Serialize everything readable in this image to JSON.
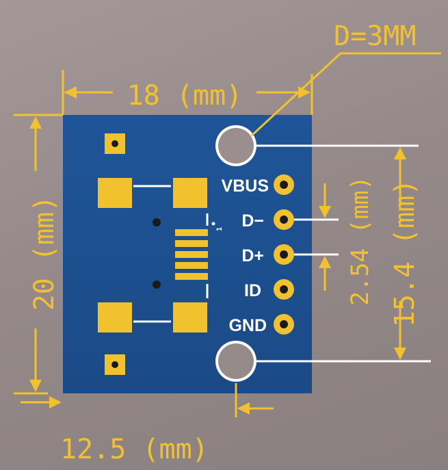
{
  "board": {
    "pin_labels": [
      "VBUS",
      "D−",
      "D+",
      "ID",
      "GND"
    ],
    "pin1_marker": "1",
    "colors": {
      "background": "#9a8e8e",
      "board": "#1f5493",
      "pad": "#f2c22e",
      "silkscreen": "#ffffff",
      "dimension": "#f2c22e"
    }
  },
  "dimensions": {
    "hole_diameter": "D=3MM",
    "width": "18 (mm)",
    "height": "20 (mm)",
    "pin_pitch": "2.54 (mm)",
    "hole_spacing": "15.4 (mm)",
    "hole_offset": "12.5 (mm)"
  }
}
